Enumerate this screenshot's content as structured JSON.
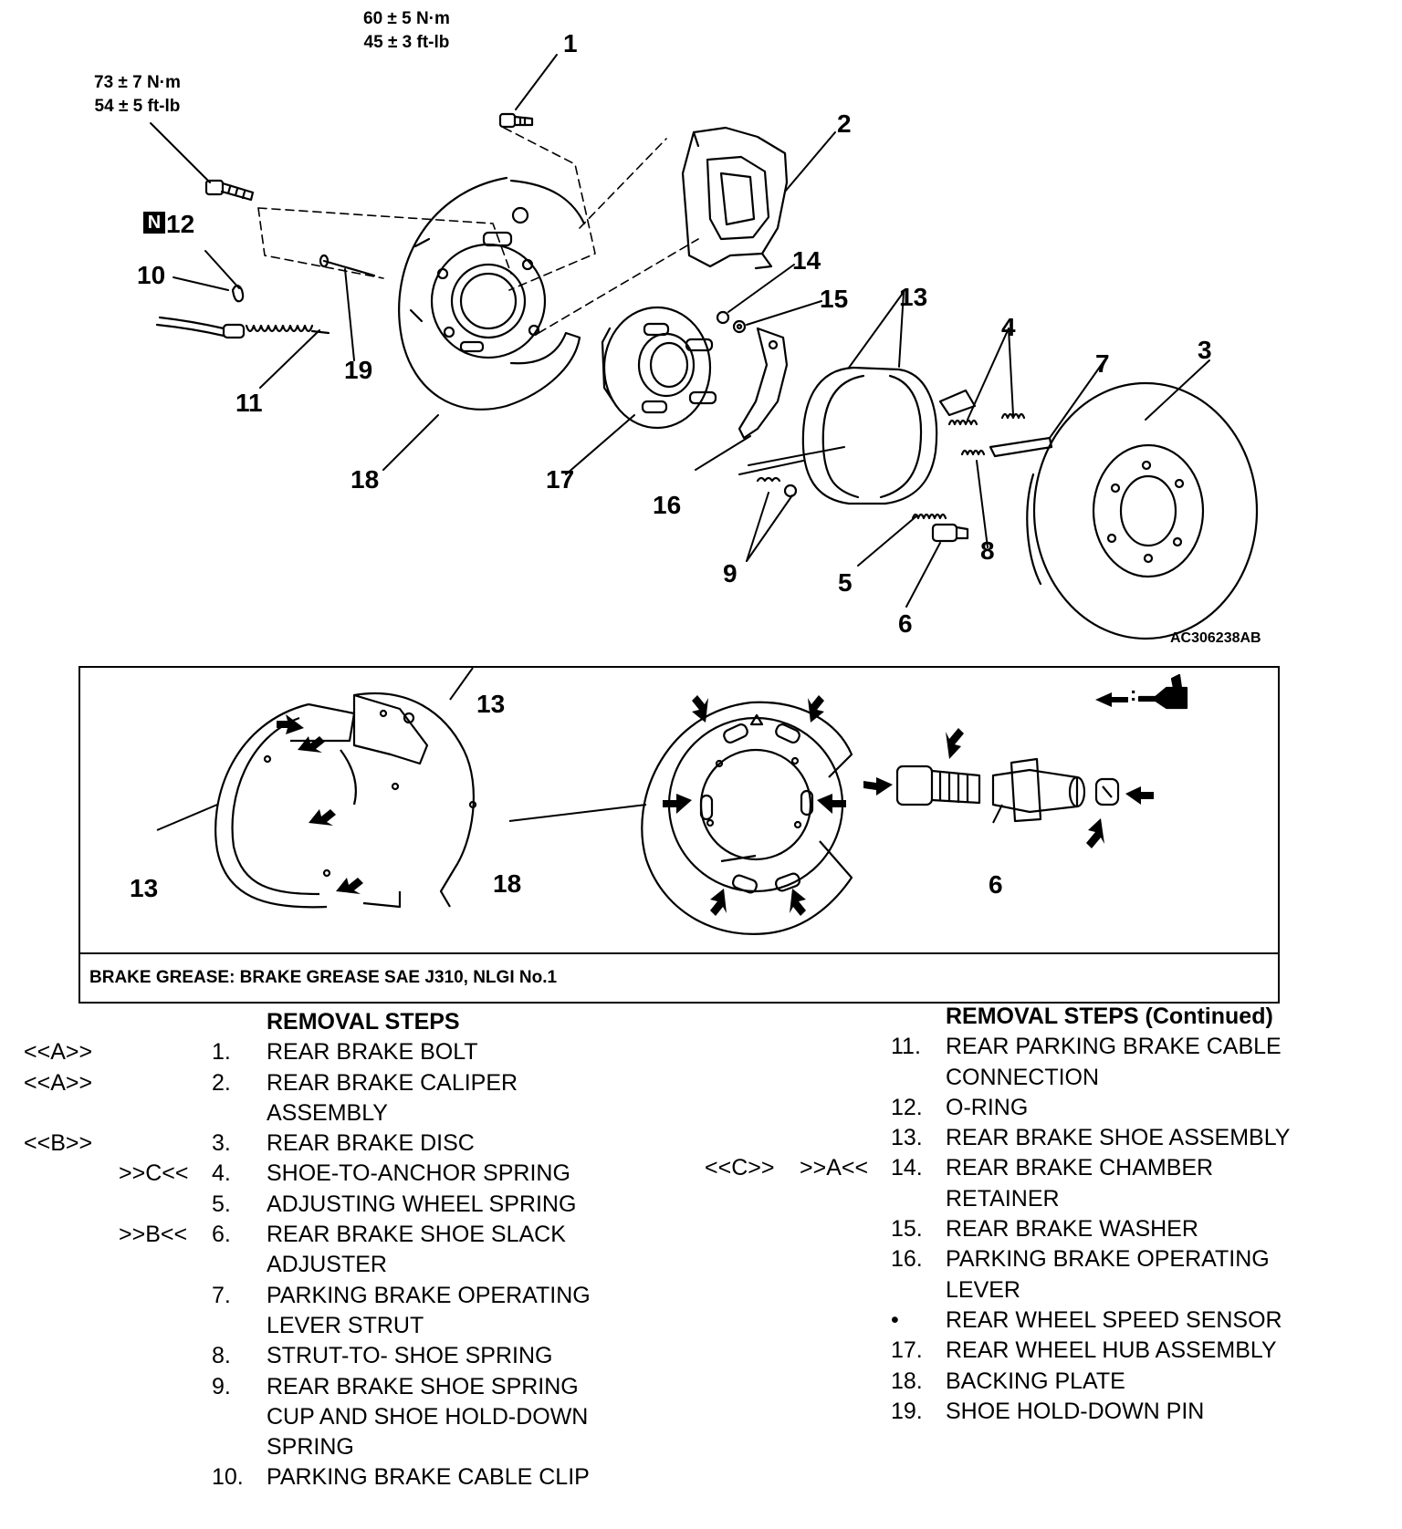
{
  "figure_code": "AC306238AB",
  "torque": {
    "bolt_1": [
      "60 ± 5 N·m",
      "45 ± 3 ft-lb"
    ],
    "bolt_caliper": [
      "73 ± 7 N·m",
      "54 ± 5 ft-lb"
    ]
  },
  "new_part_badge": "N",
  "callouts": [
    "1",
    "2",
    "3",
    "4",
    "5",
    "6",
    "7",
    "8",
    "9",
    "10",
    "11",
    "12",
    "13",
    "13",
    "13",
    "14",
    "15",
    "16",
    "17",
    "18",
    "18",
    "19",
    "6"
  ],
  "grease": {
    "note": "BRAKE GREASE: BRAKE GREASE SAE J310, NLGI No.1",
    "legend_colon": ":"
  },
  "removal_left": {
    "heading": "REMOVAL STEPS",
    "rows": [
      {
        "tag": "<<A>>",
        "sub": "",
        "num": "1.",
        "text": "REAR BRAKE BOLT"
      },
      {
        "tag": "<<A>>",
        "sub": "",
        "num": "2.",
        "text": "REAR BRAKE CALIPER"
      },
      {
        "tag": "",
        "sub": "",
        "num": "",
        "text": "ASSEMBLY"
      },
      {
        "tag": "<<B>>",
        "sub": "",
        "num": "3.",
        "text": "REAR BRAKE DISC"
      },
      {
        "tag": "",
        "sub": ">>C<<",
        "num": "4.",
        "text": "SHOE-TO-ANCHOR SPRING"
      },
      {
        "tag": "",
        "sub": "",
        "num": "5.",
        "text": "ADJUSTING WHEEL SPRING"
      },
      {
        "tag": "",
        "sub": ">>B<<",
        "num": "6.",
        "text": "REAR BRAKE SHOE SLACK"
      },
      {
        "tag": "",
        "sub": "",
        "num": "",
        "text": "ADJUSTER"
      },
      {
        "tag": "",
        "sub": "",
        "num": "7.",
        "text": "PARKING BRAKE OPERATING"
      },
      {
        "tag": "",
        "sub": "",
        "num": "",
        "text": "LEVER STRUT"
      },
      {
        "tag": "",
        "sub": "",
        "num": "8.",
        "text": "STRUT-TO- SHOE SPRING"
      },
      {
        "tag": "",
        "sub": "",
        "num": "9.",
        "text": "REAR BRAKE SHOE SPRING"
      },
      {
        "tag": "",
        "sub": "",
        "num": "",
        "text": "CUP AND SHOE HOLD-DOWN"
      },
      {
        "tag": "",
        "sub": "",
        "num": "",
        "text": "SPRING"
      },
      {
        "tag": "",
        "sub": "",
        "num": "10.",
        "text": "PARKING BRAKE CABLE CLIP"
      }
    ]
  },
  "removal_right": {
    "heading": "REMOVAL STEPS (Continued)",
    "rows": [
      {
        "tag": "",
        "sub": "",
        "num": "11.",
        "text": "REAR PARKING BRAKE CABLE"
      },
      {
        "tag": "",
        "sub": "",
        "num": "",
        "text": "CONNECTION"
      },
      {
        "tag": "",
        "sub": "",
        "num": "12.",
        "text": "O-RING"
      },
      {
        "tag": "",
        "sub": "",
        "num": "13.",
        "text": "REAR BRAKE SHOE ASSEMBLY"
      },
      {
        "tag": "<<C>>",
        "sub": ">>A<<",
        "num": "14.",
        "text": "REAR BRAKE CHAMBER"
      },
      {
        "tag": "",
        "sub": "",
        "num": "",
        "text": "RETAINER"
      },
      {
        "tag": "",
        "sub": "",
        "num": "15.",
        "text": "REAR BRAKE WASHER"
      },
      {
        "tag": "",
        "sub": "",
        "num": "16.",
        "text": "PARKING BRAKE OPERATING"
      },
      {
        "tag": "",
        "sub": "",
        "num": "",
        "text": "LEVER"
      },
      {
        "tag": "",
        "sub": "",
        "num": "•",
        "text": "REAR WHEEL SPEED SENSOR"
      },
      {
        "tag": "",
        "sub": "",
        "num": "17.",
        "text": "REAR WHEEL HUB ASSEMBLY"
      },
      {
        "tag": "",
        "sub": "",
        "num": "18.",
        "text": "BACKING PLATE"
      },
      {
        "tag": "",
        "sub": "",
        "num": "19.",
        "text": "SHOE HOLD-DOWN PIN"
      }
    ]
  }
}
